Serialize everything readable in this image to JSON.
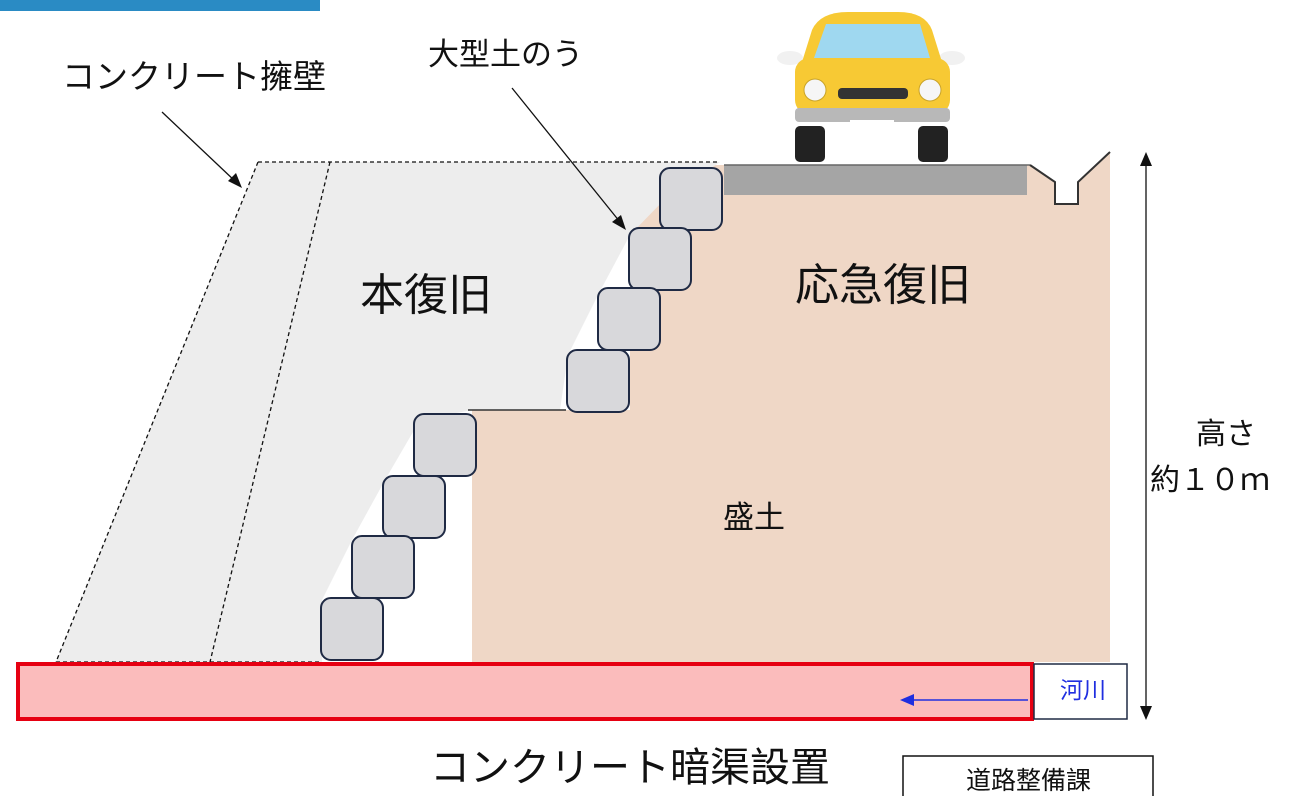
{
  "labels": {
    "concrete_retaining_wall": "コンクリート擁壁",
    "large_sandbag": "大型土のう",
    "permanent_restoration": "本復旧",
    "emergency_restoration": "応急復旧",
    "embankment": "盛土",
    "height_line1": "高さ",
    "height_line2": "約１０ｍ",
    "river": "河川",
    "culvert": "コンクリート暗渠設置",
    "department": "道路整備課"
  },
  "colors": {
    "top_bar": "#2a8bc4",
    "fill_soil": "#efd7c6",
    "permanent_area": "#ededed",
    "sandbag_fill": "#d8d8db",
    "sandbag_stroke": "#1f2a44",
    "road_surface": "#a5a5a5",
    "culvert_fill": "#fbbcbc",
    "culvert_border": "#e60012",
    "river_text": "#1f2ee0",
    "car_body": "#f7c934"
  },
  "icons": {
    "car": "car-icon",
    "flow_arrow": "left-arrow-icon",
    "height_arrow": "double-arrow-icon"
  }
}
